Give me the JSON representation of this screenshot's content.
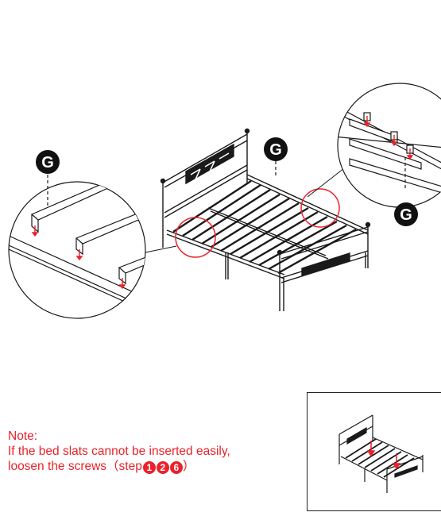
{
  "callout_letter": "G",
  "note": {
    "heading": "Note:",
    "line1": "If the bed slats cannot be inserted easily,",
    "line2_prefix": "loosen the screws（step",
    "steps": [
      "1",
      "2",
      "6"
    ],
    "line2_suffix": "）"
  },
  "colors": {
    "ink": "#1a1a1a",
    "accent": "#e8232b",
    "background": "#ffffff"
  }
}
